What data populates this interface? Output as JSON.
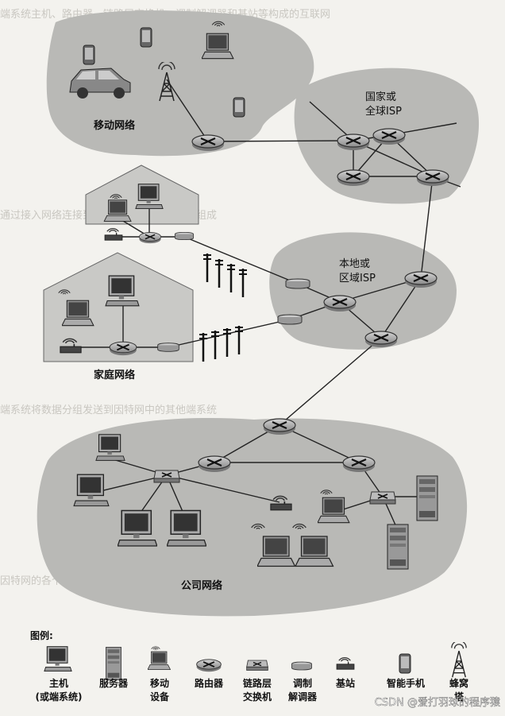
{
  "regions": {
    "mobile": "移动网络",
    "national_isp_line1": "国家或",
    "national_isp_line2": "全球ISP",
    "local_isp_line1": "本地或",
    "local_isp_line2": "区域ISP",
    "home": "家庭网络",
    "enterprise": "公司网络"
  },
  "legend": {
    "title": "图例:",
    "host_line1": "主机",
    "host_line2": "(或端系统)",
    "server": "服务器",
    "mobile_line1": "移动",
    "mobile_line2": "设备",
    "router": "路由器",
    "switch_line1": "链路层",
    "switch_line2": "交换机",
    "modem_line1": "调制",
    "modem_line2": "解调器",
    "base_station": "基站",
    "smartphone": "智能手机",
    "cell_tower": "蜂窝",
    "cell_tower_line2": "塔"
  },
  "watermark": "CSDN @爱打羽球的程序猿"
}
